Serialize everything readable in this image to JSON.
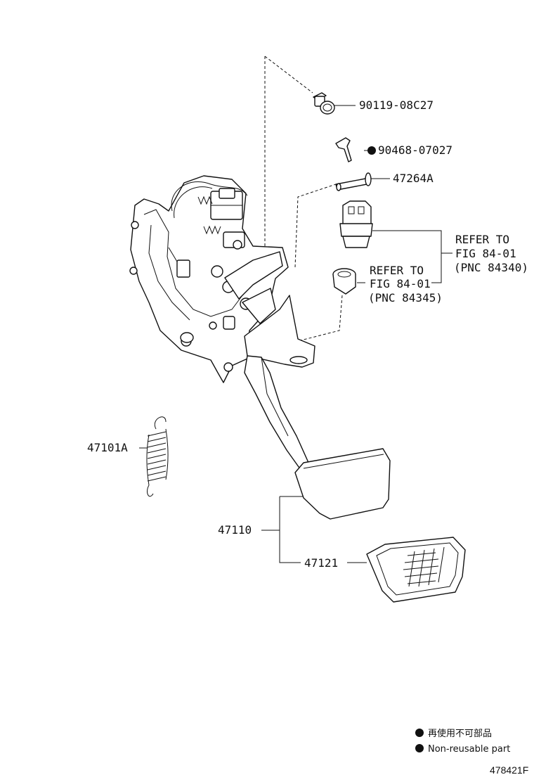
{
  "parts": {
    "p1": "90119-08C27",
    "p2": "90468-07027",
    "p3": "47264A",
    "p4": "47101A",
    "p5": "47110",
    "p6": "47121"
  },
  "refs": {
    "r1": {
      "line1": "REFER TO",
      "line2": "FIG 84-01",
      "line3": "(PNC 84340)"
    },
    "r2": {
      "line1": "REFER TO",
      "line2": "FIG 84-01",
      "line3": "(PNC 84345)"
    }
  },
  "legend": {
    "jp": "再使用不可部品",
    "en": "Non-reusable part"
  },
  "illustration_id": "478421F"
}
